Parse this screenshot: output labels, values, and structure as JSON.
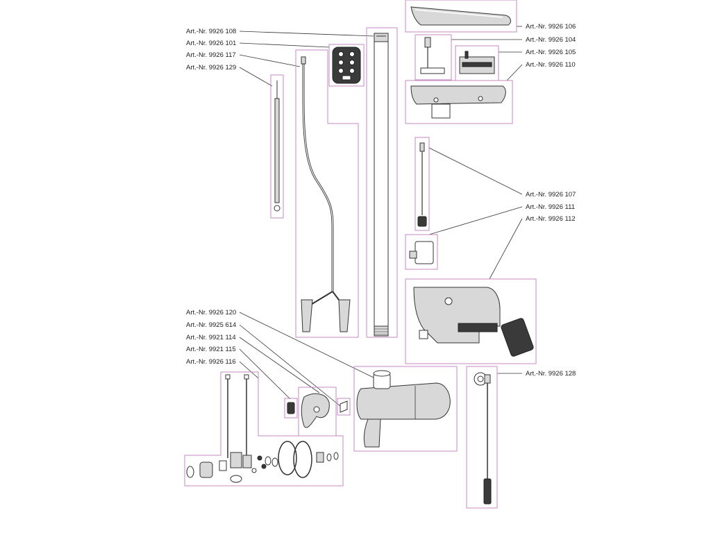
{
  "colors": {
    "frame": "#c489c4",
    "line": "#333333",
    "text": "#222222"
  },
  "labels": {
    "p108": "Art.-Nr. 9926 108",
    "p101": "Art.-Nr. 9926 101",
    "p117": "Art.-Nr. 9926 117",
    "p129": "Art.-Nr. 9926 129",
    "p120": "Art.-Nr. 9926 120",
    "p614": "Art.-Nr. 9925 614",
    "p114": "Art.-Nr. 9921 114",
    "p115": "Art.-Nr. 9921 115",
    "p116": "Art.-Nr. 9926 116",
    "p106": "Art.-Nr. 9926 106",
    "p104": "Art.-Nr. 9926 104",
    "p105": "Art.-Nr. 9926 105",
    "p110": "Art.-Nr. 9926 110",
    "p107": "Art.-Nr. 9926 107",
    "p111": "Art.-Nr. 9926 111",
    "p112": "Art.-Nr. 9926 112",
    "p128": "Art.-Nr. 9926 128"
  }
}
